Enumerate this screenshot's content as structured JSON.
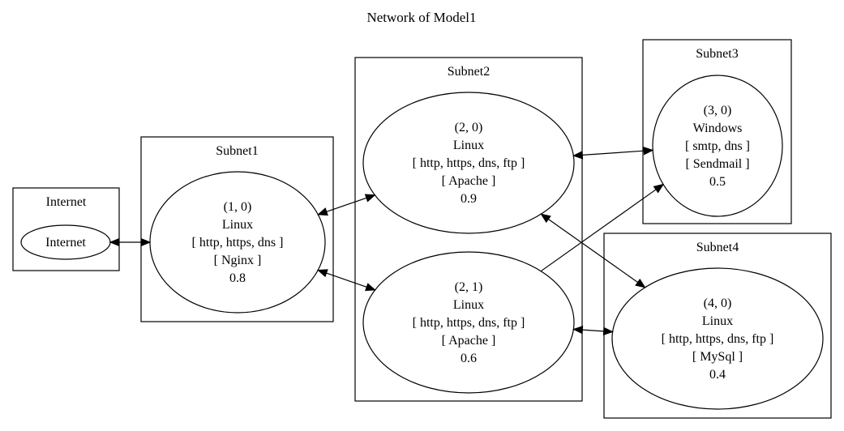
{
  "title": "Network of Model1",
  "clusters": [
    {
      "id": "internet",
      "label": "Internet"
    },
    {
      "id": "subnet1",
      "label": "Subnet1"
    },
    {
      "id": "subnet2",
      "label": "Subnet2"
    },
    {
      "id": "subnet3",
      "label": "Subnet3"
    },
    {
      "id": "subnet4",
      "label": "Subnet4"
    }
  ],
  "nodes": [
    {
      "id": "internet",
      "lines": [
        "Internet"
      ]
    },
    {
      "id": "h10",
      "lines": [
        "(1, 0)",
        "Linux",
        "[ http, https, dns ]",
        "[ Nginx ]",
        "0.8"
      ]
    },
    {
      "id": "h20",
      "lines": [
        "(2, 0)",
        "Linux",
        "[ http, https, dns, ftp ]",
        "[ Apache ]",
        "0.9"
      ]
    },
    {
      "id": "h21",
      "lines": [
        "(2, 1)",
        "Linux",
        "[ http, https, dns, ftp ]",
        "[ Apache ]",
        "0.6"
      ]
    },
    {
      "id": "h30",
      "lines": [
        "(3, 0)",
        "Windows",
        "[ smtp, dns ]",
        "[ Sendmail ]",
        "0.5"
      ]
    },
    {
      "id": "h40",
      "lines": [
        "(4, 0)",
        "Linux",
        "[ http, https, dns, ftp ]",
        "[ MySql ]",
        "0.4"
      ]
    }
  ],
  "edges": [
    {
      "from": "internet",
      "to": "h10",
      "direction": "both"
    },
    {
      "from": "h10",
      "to": "h20",
      "direction": "both"
    },
    {
      "from": "h10",
      "to": "h21",
      "direction": "both"
    },
    {
      "from": "h20",
      "to": "h30",
      "direction": "both"
    },
    {
      "from": "h20",
      "to": "h40",
      "direction": "both"
    },
    {
      "from": "h21",
      "to": "h30",
      "direction": "forward"
    },
    {
      "from": "h21",
      "to": "h40",
      "direction": "both"
    }
  ]
}
